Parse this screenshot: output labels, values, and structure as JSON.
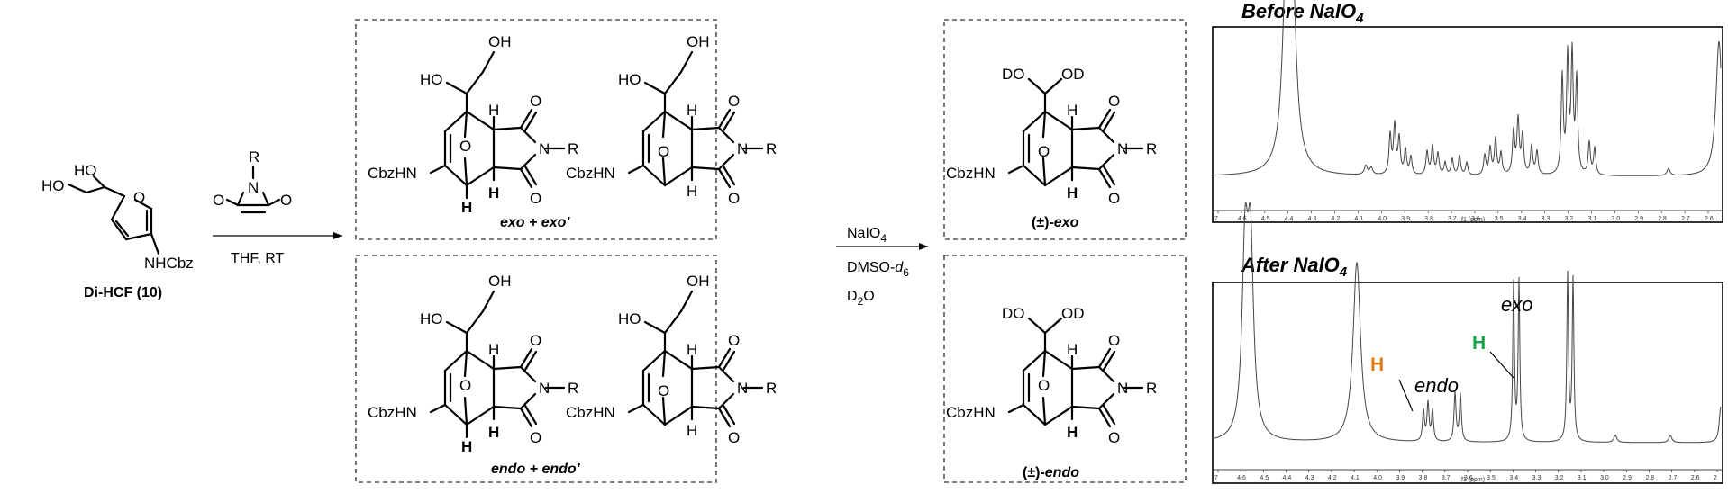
{
  "colors": {
    "red_h": "#e01b1b",
    "blue_h": "#1f3fd6",
    "green_h": "#0e9b3a",
    "orange_h": "#f0901a",
    "nmr_orange_h": "#e07a18",
    "nmr_green_h": "#16a34a"
  },
  "icons": [
    "furan-structure",
    "maleimide-structure",
    "oxanorbornene-structure",
    "reaction-arrow",
    "nmr-spectrum"
  ],
  "start": {
    "name_prefix": "Di-HCF (",
    "name_number": "10",
    "name_suffix": ")"
  },
  "step1": {
    "reagent_r": "R",
    "conditions": "THF, RT"
  },
  "step2": {
    "reagent": "NaIO",
    "reagent_sub": "4",
    "solvent": "DMSO-",
    "solvent_sub": "6",
    "solvent_d": "d",
    "cosolvent": "D",
    "cosolvent_sub": "2",
    "cosolvent_o": "O"
  },
  "atoms": {
    "oh": "OH",
    "ho": "HO",
    "o": "O",
    "n": "N",
    "r": "R",
    "h": "H",
    "cbzhn": "CbzHN",
    "nhcbz": "NHCbz",
    "do": "DO",
    "od": "OD",
    "dash": "–"
  },
  "boxes": {
    "exo_label": "exo + exo′",
    "endo_label": "endo + endo′",
    "prod_exo": "exo",
    "prod_endo": "endo",
    "prod_prefix": "(±)-"
  },
  "nmr": {
    "before_title": "Before NaIO",
    "after_title": "After NaIO",
    "title_sub": "4",
    "axis_label": "f1 (ppm)",
    "top_ticks": [
      "7",
      "4.6",
      "4.5",
      "4.4",
      "4.3",
      "4.2",
      "4.1",
      "4.0",
      "3.9",
      "3.8",
      "3.7",
      "3.6",
      "3.5",
      "3.4",
      "3.3",
      "3.2",
      "3.1",
      "3.0",
      "2.9",
      "2.8",
      "2.7",
      "2.6"
    ],
    "bottom_ticks": [
      "7",
      "4.6",
      "4.5",
      "4.4",
      "4.3",
      "4.2",
      "4.1",
      "4.0",
      "3.9",
      "3.8",
      "3.7",
      "3.6",
      "3.5",
      "3.4",
      "3.3",
      "3.2",
      "3.1",
      "3.0",
      "2.9",
      "2.8",
      "2.7",
      "2.6",
      "2"
    ],
    "annot_endo": "endo",
    "annot_exo": "exo",
    "annot_h": "H"
  }
}
